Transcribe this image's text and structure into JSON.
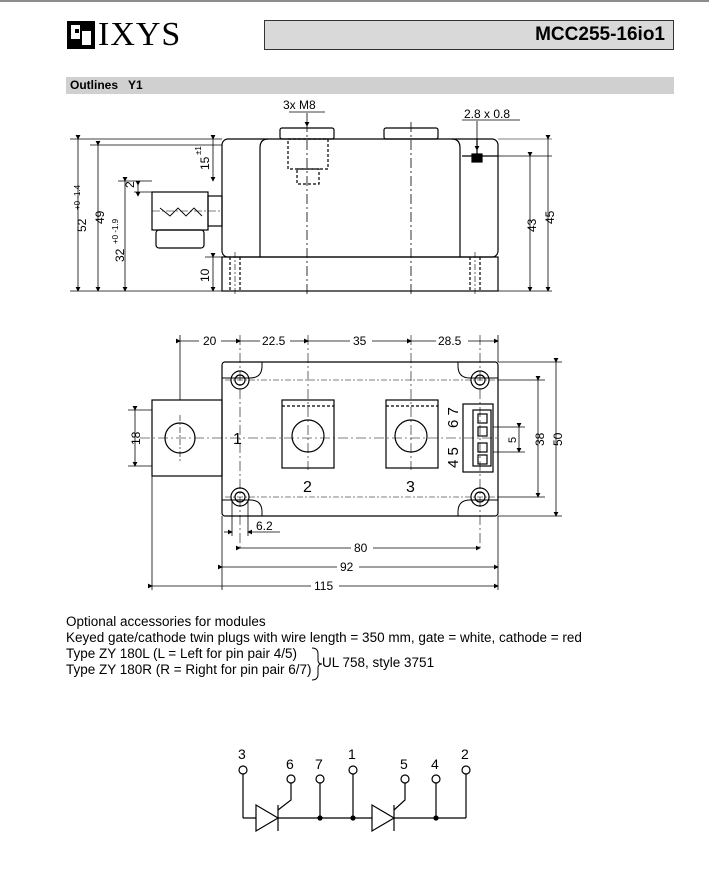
{
  "header": {
    "brand": "IXYS",
    "part_number": "MCC255-16io1"
  },
  "section": {
    "label": "Outlines",
    "variant": "Y1"
  },
  "side_view": {
    "screw_label": "3x M8",
    "tab_label": "2.8 x 0.8",
    "dim_15": "15",
    "dim_15_tol": "±1",
    "dim_2": "2",
    "dim_52": "52",
    "dim_52_tol": "+0 -1.4",
    "dim_49": "49",
    "dim_32": "32",
    "dim_32_tol": "+0 -1.9",
    "dim_10": "10",
    "dim_43": "43",
    "dim_45": "45"
  },
  "top_view": {
    "dim_20": "20",
    "dim_22_5": "22.5",
    "dim_35": "35",
    "dim_28_5": "28.5",
    "dim_18": "18",
    "dim_38": "38",
    "dim_50": "50",
    "dim_5": "5",
    "dim_6_2": "6.2",
    "dim_80": "80",
    "dim_92": "92",
    "dim_115": "115",
    "terminal_1": "1",
    "terminal_2": "2",
    "terminal_3": "3",
    "aux_pins": "4 5 6 7",
    "aux_top": "6 7",
    "aux_bottom": "4 5"
  },
  "notes": {
    "line1": "Optional accessories for modules",
    "line2": "Keyed gate/cathode twin plugs with wire length = 350 mm, gate = white, cathode = red",
    "type_l": "Type ZY 180L  (L = Left for pin pair 4/5)",
    "type_r": "Type ZY 180R (R = Right for pin pair 6/7)",
    "ul": "UL 758, style 3751"
  },
  "schematic": {
    "pins": [
      "3",
      "6",
      "7",
      "1",
      "5",
      "4",
      "2"
    ]
  }
}
